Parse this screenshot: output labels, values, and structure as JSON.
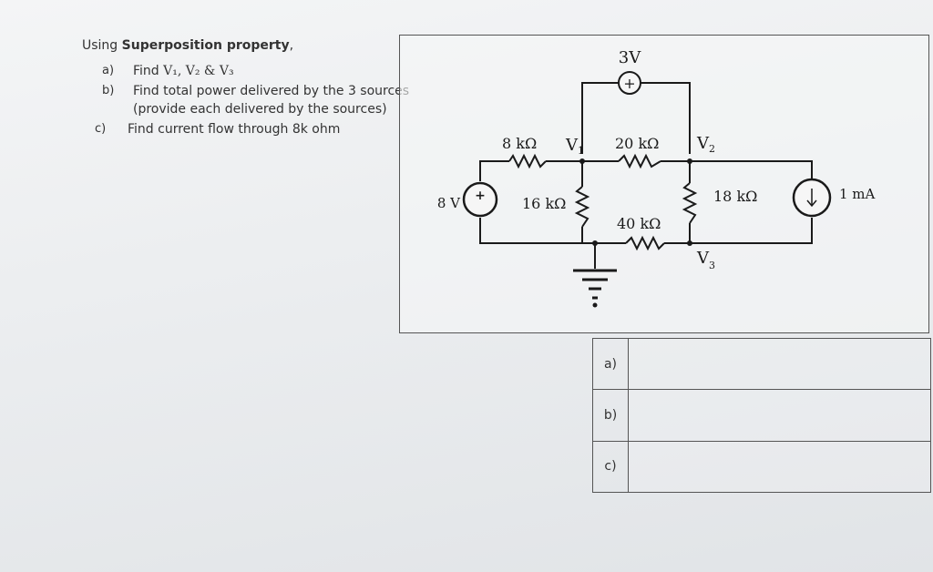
{
  "question": {
    "heading_prefix": "Using ",
    "heading_bold": "Superposition property",
    "heading_suffix": ",",
    "items": [
      {
        "marker": "a)",
        "text_prefix": "Find ",
        "text_serif": "V₁, V₂ & V₃"
      },
      {
        "marker": "b)",
        "text": "Find total power delivered by the 3 sources (provide each delivered by the sources)"
      },
      {
        "marker": "c)",
        "text": "Find current flow through 8k ohm"
      }
    ]
  },
  "circuit": {
    "source_3v": "3V",
    "source_3v_sign": "+",
    "source_8v": "8 V",
    "source_8v_sign": "+",
    "source_1ma": "1 mA",
    "r_8k": "8 kΩ",
    "r_20k": "20 kΩ",
    "r_16k": "16 kΩ",
    "r_40k": "40 kΩ",
    "r_18k": "18 kΩ",
    "node_v1": "V",
    "node_v1_sub": "1",
    "node_v2": "V",
    "node_v2_sub": "2",
    "node_v3": "V",
    "node_v3_sub": "3"
  },
  "answers": {
    "rows": [
      {
        "label": "a)"
      },
      {
        "label": "b)"
      },
      {
        "label": "c)"
      }
    ]
  }
}
